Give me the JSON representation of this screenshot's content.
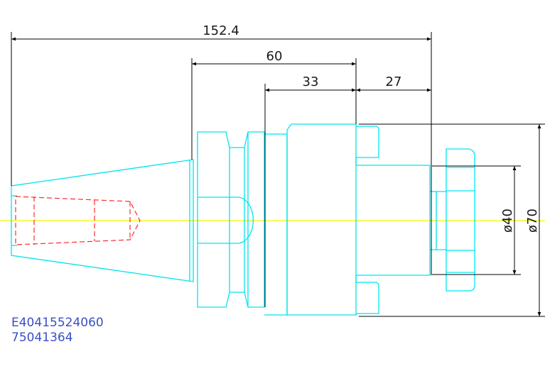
{
  "dimensions": {
    "overall_length": "152.4",
    "length_60": "60",
    "length_33": "33",
    "length_27": "27",
    "diameter_40": "ø40",
    "diameter_70": "ø70"
  },
  "part_numbers": {
    "line1": "E40415524060",
    "line2": "75041364"
  },
  "colors": {
    "outline": "#00e5ee",
    "dimension": "#000000",
    "hidden_line": "#ff2a2a",
    "centerline": "#f5f500",
    "part_number_text": "#3a4fc4"
  }
}
